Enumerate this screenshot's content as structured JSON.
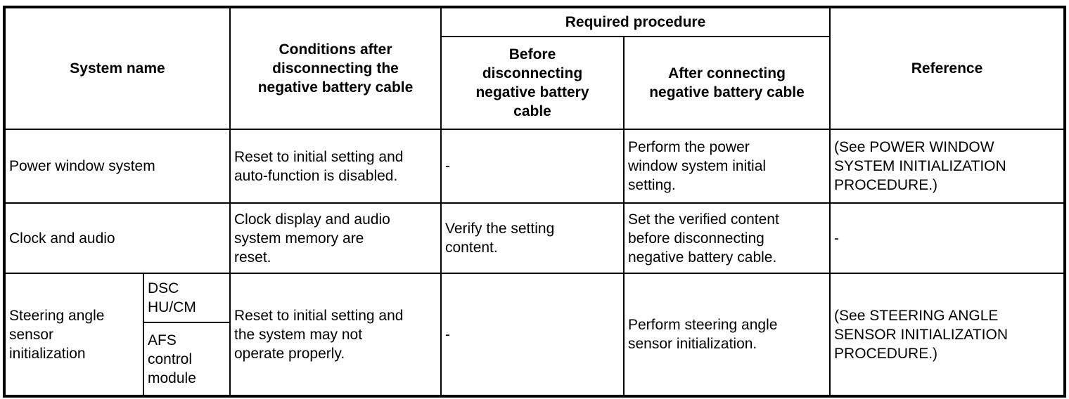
{
  "page": {
    "background_color": "#ffffff",
    "text_color": "#000000",
    "border_color": "#000000"
  },
  "table": {
    "header": {
      "system_name": "System name",
      "conditions": "Conditions after\ndisconnecting the\nnegative battery cable",
      "required_procedure": "Required procedure",
      "before": "Before\ndisconnecting\nnegative battery\ncable",
      "after": "After connecting\nnegative battery cable",
      "reference": "Reference"
    },
    "rows": [
      {
        "system": "Power window system",
        "conditions": "Reset to initial setting and\nauto-function is disabled.",
        "before": "-",
        "after": "Perform the power\nwindow system initial\nsetting.",
        "reference": "(See POWER WINDOW\nSYSTEM INITIALIZATION\nPROCEDURE.)"
      },
      {
        "system": "Clock and audio",
        "conditions": "Clock display and audio\nsystem memory are\nreset.",
        "before": "Verify the setting\ncontent.",
        "after": "Set the verified content\nbefore disconnecting\nnegative battery cable.",
        "reference": "-"
      },
      {
        "system": "Steering angle\nsensor\ninitialization",
        "sub_systems": [
          {
            "label": "DSC\nHU/CM"
          },
          {
            "label": "AFS\ncontrol\nmodule"
          }
        ],
        "conditions": "Reset to initial setting and\nthe system may not\noperate properly.",
        "before": "-",
        "after": "Perform steering angle\nsensor initialization.",
        "reference": "(See STEERING ANGLE\nSENSOR INITIALIZATION\nPROCEDURE.)"
      }
    ]
  }
}
